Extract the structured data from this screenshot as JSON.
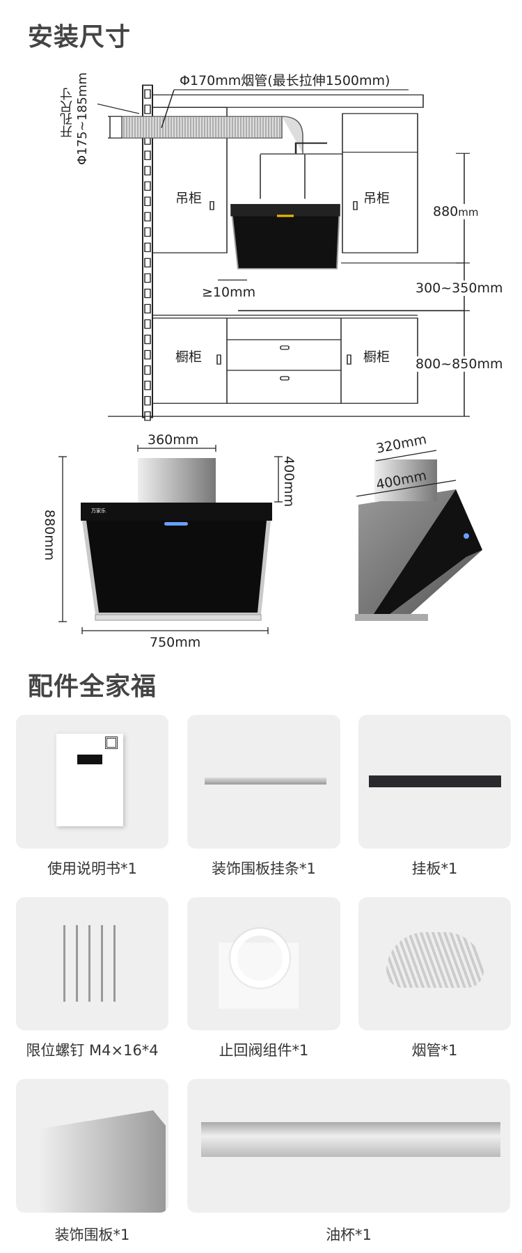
{
  "install": {
    "title": "安装尺寸",
    "duct_label": "Φ170mm烟管(最长拉伸1500mm)",
    "hole_label_1": "开孔尺寸",
    "hole_label_2": "Φ175~185mm",
    "wall_cab_left": "吊柜",
    "wall_cab_right": "吊柜",
    "base_cab_left": "橱柜",
    "base_cab_right": "橱柜",
    "dim_880": "880",
    "dim_880_unit": "mm",
    "dim_gap": "300~350mm",
    "dim_base": "800~850mm",
    "dim_side": "≥10mm"
  },
  "dimensions": {
    "chimney_width": "360mm",
    "chimney_height": "400mm",
    "total_height": "880mm",
    "width": "750mm",
    "side_depth_top": "320mm",
    "side_depth": "400mm",
    "brand": "万家乐"
  },
  "accessories": {
    "title": "配件全家福",
    "items": [
      {
        "label": "使用说明书*1"
      },
      {
        "label": "装饰围板挂条*1"
      },
      {
        "label": "挂板*1"
      },
      {
        "label": "限位螺钉 M4×16*4"
      },
      {
        "label": "止回阀组件*1"
      },
      {
        "label": "烟管*1"
      },
      {
        "label": "装饰围板*1"
      },
      {
        "label": "油杯*1"
      }
    ]
  }
}
